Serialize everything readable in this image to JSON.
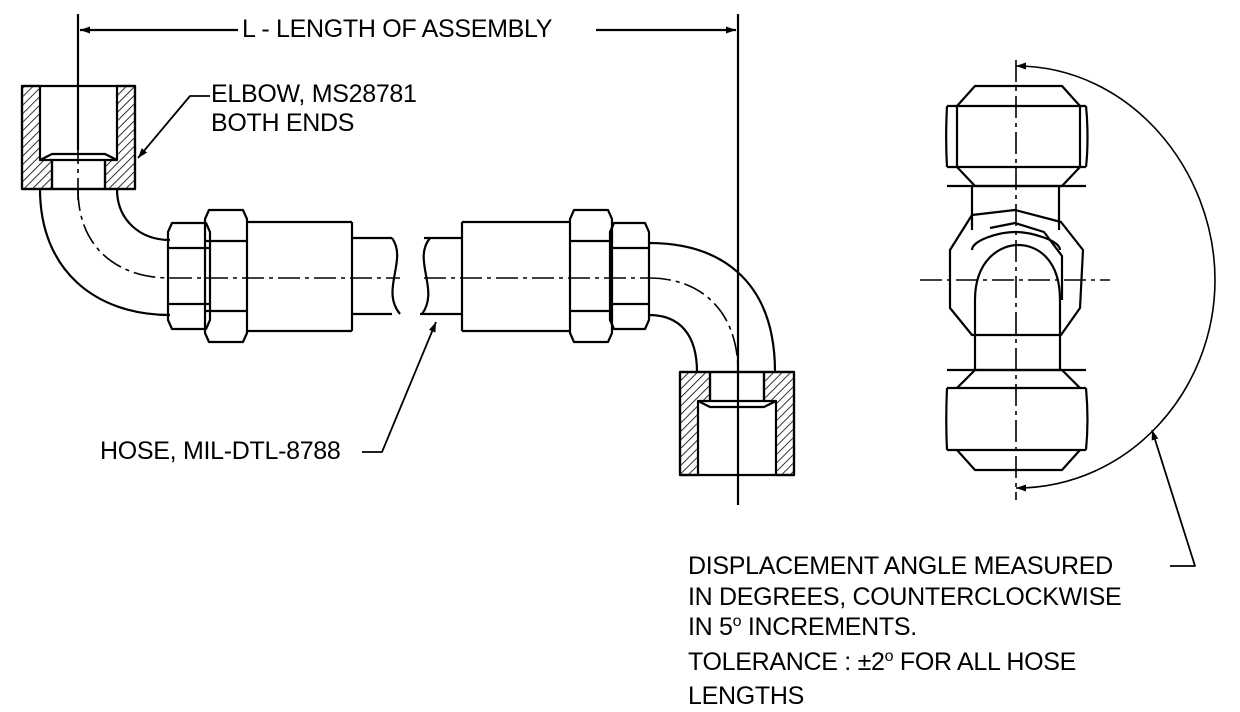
{
  "dimension": {
    "length_label": "L - LENGTH OF ASSEMBLY"
  },
  "callouts": {
    "elbow_line1": "ELBOW, MS28781",
    "elbow_line2": "BOTH ENDS",
    "hose": "HOSE, MIL-DTL-8788"
  },
  "note": {
    "line1": "DISPLACEMENT ANGLE MEASURED",
    "line2": "IN DEGREES, COUNTERCLOCKWISE",
    "line3_a": "IN 5",
    "line3_deg": "o",
    "line3_b": " INCREMENTS.",
    "line4_a": "TOLERANCE : ±2",
    "line4_deg": "o",
    "line4_b": " FOR ALL HOSE",
    "line5": "LENGTHS"
  }
}
